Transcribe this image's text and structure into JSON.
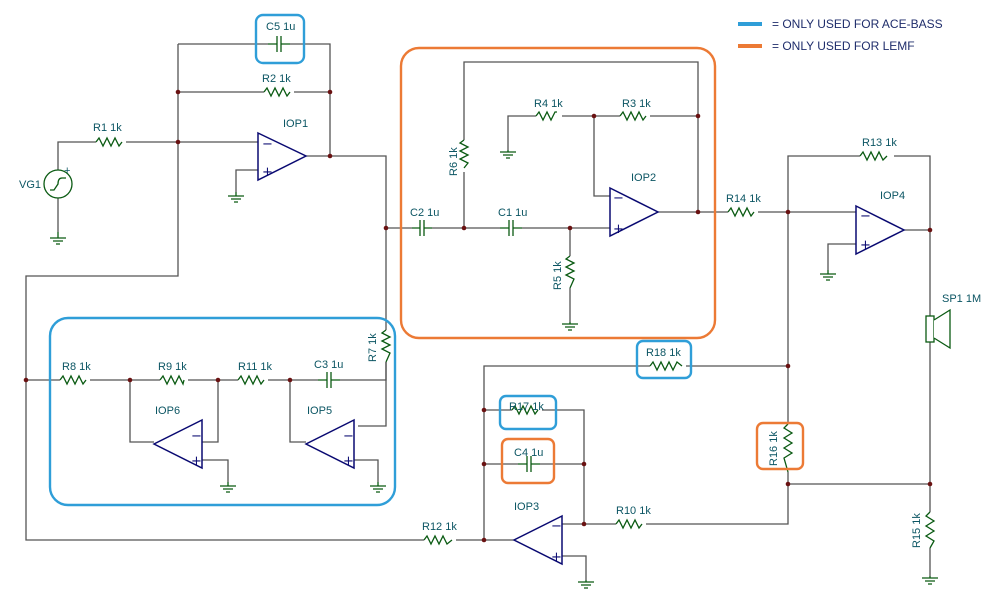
{
  "legend": {
    "blue": {
      "color": "#2f9ed8",
      "label": "= ONLY USED FOR ACE-BASS"
    },
    "orange": {
      "color": "#ec7a35",
      "label": "= ONLY USED FOR LEMF"
    }
  },
  "components": {
    "C5": "C5 1u",
    "R2": "R2 1k",
    "R1": "R1 1k",
    "IOP1": "IOP1",
    "VG1": "VG1",
    "R4": "R4 1k",
    "R3": "R3 1k",
    "R6": "R6 1k",
    "IOP2": "IOP2",
    "C2": "C2 1u",
    "C1": "C1 1u",
    "R5": "R5 1k",
    "R14": "R14 1k",
    "R13": "R13 1k",
    "IOP4": "IOP4",
    "SP1": "SP1 1M",
    "R8": "R8 1k",
    "R9": "R9 1k",
    "R11": "R11 1k",
    "C3": "C3 1u",
    "R7": "R7 1k",
    "IOP6": "IOP6",
    "IOP5": "IOP5",
    "R18": "R18 1k",
    "R17": "R17 1k",
    "C4": "C4 1u",
    "R16": "R16 1k",
    "IOP3": "IOP3",
    "R10": "R10 1k",
    "R12": "R12 1k",
    "R15": "R15 1k"
  },
  "symbols": {
    "minus": "−",
    "plus": "+"
  }
}
